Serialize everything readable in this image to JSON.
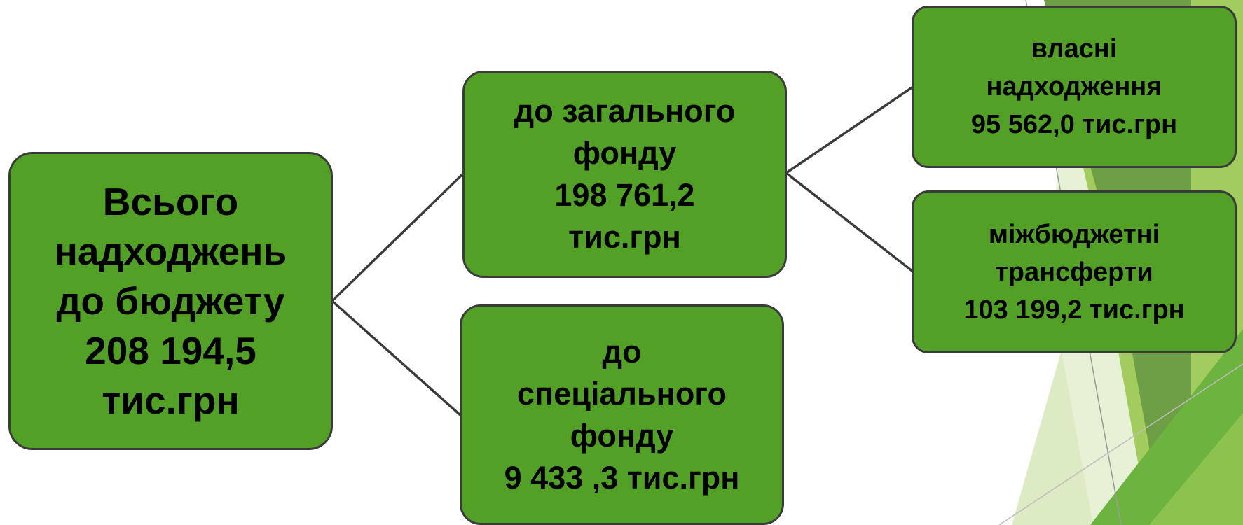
{
  "diagram": {
    "root": {
      "lines": [
        "Всього",
        "надходжень",
        "до бюджету",
        "208 194,5",
        "тис.грн"
      ]
    },
    "general_fund": {
      "lines": [
        "до загального",
        "фонду",
        "198 761,2",
        "тис.грн"
      ]
    },
    "special_fund": {
      "lines": [
        "до",
        "спеціального",
        "фонду",
        "9 433 ,3 тис.грн"
      ]
    },
    "own_revenues": {
      "lines": [
        "власні",
        "надходження",
        "95 562,0 тис.грн"
      ]
    },
    "transfers": {
      "lines": [
        "міжбюджетні",
        "трансферти",
        "103 199,2 тис.грн"
      ]
    }
  },
  "colors": {
    "box_fill": "#52a026",
    "box_border": "#3b3b3b",
    "connector": "#3b3b3b",
    "text": "#000000",
    "background": "#ffffff",
    "decor_light": "#dcebc3",
    "decor_mid": "#a3cc5e",
    "decor_dark": "#5d9830"
  }
}
